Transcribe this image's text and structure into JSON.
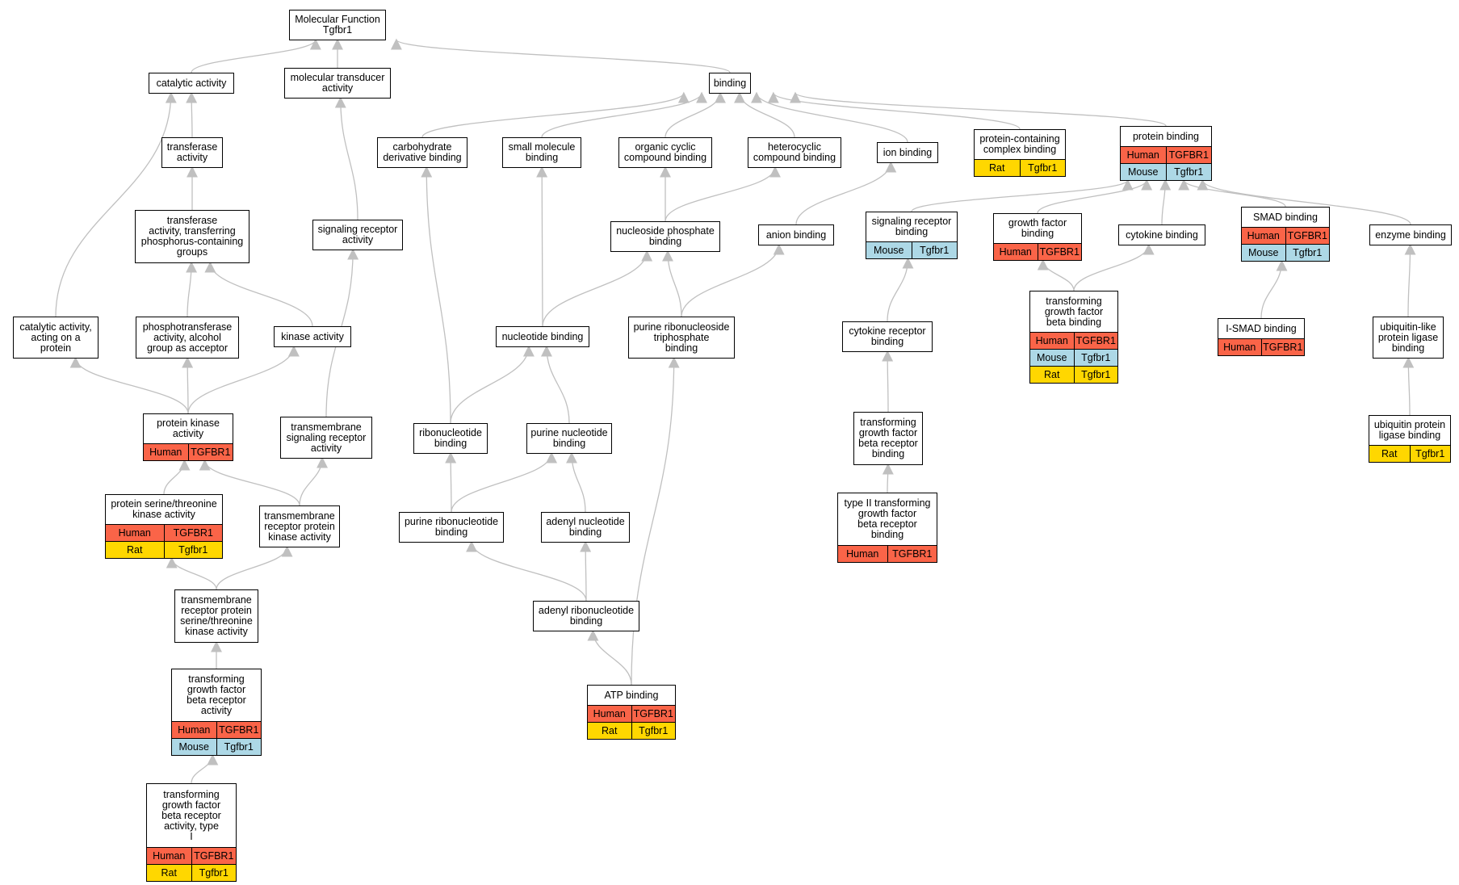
{
  "colors": {
    "Human": "#fa6448",
    "Mouse": "#add8e6",
    "Rat": "#ffd700",
    "edge": "#c0c0c0"
  },
  "nodes": [
    {
      "id": "mf",
      "label": "Molecular Function\nTgfbr1",
      "annotations": []
    },
    {
      "id": "catalytic",
      "label": "catalytic activity",
      "annotations": []
    },
    {
      "id": "transducer",
      "label": "molecular transducer\nactivity",
      "annotations": []
    },
    {
      "id": "binding",
      "label": "binding",
      "annotations": []
    },
    {
      "id": "transferase",
      "label": "transferase\nactivity",
      "annotations": []
    },
    {
      "id": "carbo",
      "label": "carbohydrate\nderivative binding",
      "annotations": []
    },
    {
      "id": "smallmol",
      "label": "small molecule\nbinding",
      "annotations": []
    },
    {
      "id": "orgcyclic",
      "label": "organic cyclic\ncompound binding",
      "annotations": []
    },
    {
      "id": "heterocyclic",
      "label": "heterocyclic\ncompound binding",
      "annotations": []
    },
    {
      "id": "ion",
      "label": "ion binding",
      "annotations": []
    },
    {
      "id": "proteincomplex",
      "label": "protein-containing\ncomplex binding",
      "annotations": [
        {
          "species": "Rat",
          "gene": "Tgfbr1"
        }
      ]
    },
    {
      "id": "protein",
      "label": "protein binding",
      "annotations": [
        {
          "species": "Human",
          "gene": "TGFBR1"
        },
        {
          "species": "Mouse",
          "gene": "Tgfbr1"
        }
      ]
    },
    {
      "id": "transphos",
      "label": "transferase\nactivity, transferring\nphosphorus-containing\ngroups",
      "annotations": []
    },
    {
      "id": "sigrecact",
      "label": "signaling receptor\nactivity",
      "annotations": []
    },
    {
      "id": "nucphos",
      "label": "nucleoside phosphate\nbinding",
      "annotations": []
    },
    {
      "id": "anion",
      "label": "anion binding",
      "annotations": []
    },
    {
      "id": "sigrecbind",
      "label": "signaling receptor\nbinding",
      "annotations": [
        {
          "species": "Mouse",
          "gene": "Tgfbr1"
        }
      ]
    },
    {
      "id": "growthfactor",
      "label": "growth factor\nbinding",
      "annotations": [
        {
          "species": "Human",
          "gene": "TGFBR1"
        }
      ]
    },
    {
      "id": "cytokine",
      "label": "cytokine binding",
      "annotations": []
    },
    {
      "id": "smad",
      "label": "SMAD binding",
      "annotations": [
        {
          "species": "Human",
          "gene": "TGFBR1"
        },
        {
          "species": "Mouse",
          "gene": "Tgfbr1"
        }
      ]
    },
    {
      "id": "enzyme",
      "label": "enzyme binding",
      "annotations": []
    },
    {
      "id": "catprot",
      "label": "catalytic activity,\nacting on a\nprotein",
      "annotations": []
    },
    {
      "id": "phosalc",
      "label": "phosphotransferase\nactivity, alcohol\ngroup as acceptor",
      "annotations": []
    },
    {
      "id": "kinase",
      "label": "kinase activity",
      "annotations": []
    },
    {
      "id": "nucleotide",
      "label": "nucleotide binding",
      "annotations": []
    },
    {
      "id": "purribotri",
      "label": "purine ribonucleoside\ntriphosphate\nbinding",
      "annotations": []
    },
    {
      "id": "cytokinerec",
      "label": "cytokine receptor\nbinding",
      "annotations": []
    },
    {
      "id": "tgfbbind",
      "label": "transforming\ngrowth factor\nbeta binding",
      "annotations": [
        {
          "species": "Human",
          "gene": "TGFBR1"
        },
        {
          "species": "Mouse",
          "gene": "Tgfbr1"
        },
        {
          "species": "Rat",
          "gene": "Tgfbr1"
        }
      ]
    },
    {
      "id": "ismad",
      "label": "I-SMAD binding",
      "annotations": [
        {
          "species": "Human",
          "gene": "TGFBR1"
        }
      ]
    },
    {
      "id": "ubiqlike",
      "label": "ubiquitin-like\nprotein ligase\nbinding",
      "annotations": []
    },
    {
      "id": "protkinase",
      "label": "protein kinase\nactivity",
      "annotations": [
        {
          "species": "Human",
          "gene": "TGFBR1"
        }
      ]
    },
    {
      "id": "tmsigrec",
      "label": "transmembrane\nsignaling receptor\nactivity",
      "annotations": []
    },
    {
      "id": "ribonuc",
      "label": "ribonucleotide\nbinding",
      "annotations": []
    },
    {
      "id": "purnuc",
      "label": "purine nucleotide\nbinding",
      "annotations": []
    },
    {
      "id": "tgfbrecbind",
      "label": "transforming\ngrowth factor\nbeta receptor\nbinding",
      "annotations": []
    },
    {
      "id": "ubiqlig",
      "label": "ubiquitin protein\nligase binding",
      "annotations": [
        {
          "species": "Rat",
          "gene": "Tgfbr1"
        }
      ]
    },
    {
      "id": "serthr",
      "label": "protein serine/threonine\nkinase activity",
      "annotations": [
        {
          "species": "Human",
          "gene": "TGFBR1"
        },
        {
          "species": "Rat",
          "gene": "Tgfbr1"
        }
      ]
    },
    {
      "id": "tmrpk",
      "label": "transmembrane\nreceptor protein\nkinase activity",
      "annotations": []
    },
    {
      "id": "purribo",
      "label": "purine ribonucleotide\nbinding",
      "annotations": []
    },
    {
      "id": "adenyl",
      "label": "adenyl nucleotide\nbinding",
      "annotations": []
    },
    {
      "id": "type2",
      "label": "type II transforming\ngrowth factor\nbeta receptor\nbinding",
      "annotations": [
        {
          "species": "Human",
          "gene": "TGFBR1"
        }
      ]
    },
    {
      "id": "tmrpst",
      "label": "transmembrane\nreceptor protein\nserine/threonine\nkinase activity",
      "annotations": []
    },
    {
      "id": "adenylribo",
      "label": "adenyl ribonucleotide\nbinding",
      "annotations": []
    },
    {
      "id": "tgfbrecact",
      "label": "transforming\ngrowth factor\nbeta receptor\nactivity",
      "annotations": [
        {
          "species": "Human",
          "gene": "TGFBR1"
        },
        {
          "species": "Mouse",
          "gene": "Tgfbr1"
        }
      ]
    },
    {
      "id": "atp",
      "label": "ATP binding",
      "annotations": [
        {
          "species": "Human",
          "gene": "TGFBR1"
        },
        {
          "species": "Rat",
          "gene": "Tgfbr1"
        }
      ]
    },
    {
      "id": "tgfbrectype1",
      "label": "transforming\ngrowth factor\nbeta receptor\nactivity, type\nI",
      "annotations": [
        {
          "species": "Human",
          "gene": "TGFBR1"
        },
        {
          "species": "Rat",
          "gene": "Tgfbr1"
        }
      ]
    }
  ],
  "edges": [
    [
      "catalytic",
      "mf"
    ],
    [
      "transducer",
      "mf"
    ],
    [
      "binding",
      "mf"
    ],
    [
      "transferase",
      "catalytic"
    ],
    [
      "catprot",
      "catalytic"
    ],
    [
      "sigrecact",
      "transducer"
    ],
    [
      "carbo",
      "binding"
    ],
    [
      "smallmol",
      "binding"
    ],
    [
      "orgcyclic",
      "binding"
    ],
    [
      "heterocyclic",
      "binding"
    ],
    [
      "ion",
      "binding"
    ],
    [
      "proteincomplex",
      "binding"
    ],
    [
      "protein",
      "binding"
    ],
    [
      "transphos",
      "transferase"
    ],
    [
      "phosalc",
      "transphos"
    ],
    [
      "kinase",
      "transphos"
    ],
    [
      "protkinase",
      "catprot"
    ],
    [
      "protkinase",
      "phosalc"
    ],
    [
      "protkinase",
      "kinase"
    ],
    [
      "serthr",
      "protkinase"
    ],
    [
      "tmrpk",
      "protkinase"
    ],
    [
      "tmsigrec",
      "sigrecact"
    ],
    [
      "tmrpk",
      "tmsigrec"
    ],
    [
      "tmrpst",
      "serthr"
    ],
    [
      "tmrpst",
      "tmrpk"
    ],
    [
      "tgfbrecact",
      "tmrpst"
    ],
    [
      "tgfbrectype1",
      "tgfbrecact"
    ],
    [
      "ribonuc",
      "carbo"
    ],
    [
      "nucleotide",
      "smallmol"
    ],
    [
      "nucphos",
      "orgcyclic"
    ],
    [
      "nucphos",
      "heterocyclic"
    ],
    [
      "nucleotide",
      "nucphos"
    ],
    [
      "purribotri",
      "nucphos"
    ],
    [
      "anion",
      "ion"
    ],
    [
      "purribotri",
      "anion"
    ],
    [
      "ribonuc",
      "nucleotide"
    ],
    [
      "purnuc",
      "nucleotide"
    ],
    [
      "purribo",
      "ribonuc"
    ],
    [
      "purribo",
      "purnuc"
    ],
    [
      "adenyl",
      "purnuc"
    ],
    [
      "adenylribo",
      "purribo"
    ],
    [
      "adenylribo",
      "adenyl"
    ],
    [
      "atp",
      "adenylribo"
    ],
    [
      "atp",
      "purribotri"
    ],
    [
      "sigrecbind",
      "protein"
    ],
    [
      "growthfactor",
      "protein"
    ],
    [
      "cytokine",
      "protein"
    ],
    [
      "smad",
      "protein"
    ],
    [
      "enzyme",
      "protein"
    ],
    [
      "cytokinerec",
      "sigrecbind"
    ],
    [
      "tgfbrecbind",
      "cytokinerec"
    ],
    [
      "type2",
      "tgfbrecbind"
    ],
    [
      "tgfbbind",
      "growthfactor"
    ],
    [
      "tgfbbind",
      "cytokine"
    ],
    [
      "ismad",
      "smad"
    ],
    [
      "ubiqlike",
      "enzyme"
    ],
    [
      "ubiqlig",
      "ubiqlike"
    ]
  ]
}
